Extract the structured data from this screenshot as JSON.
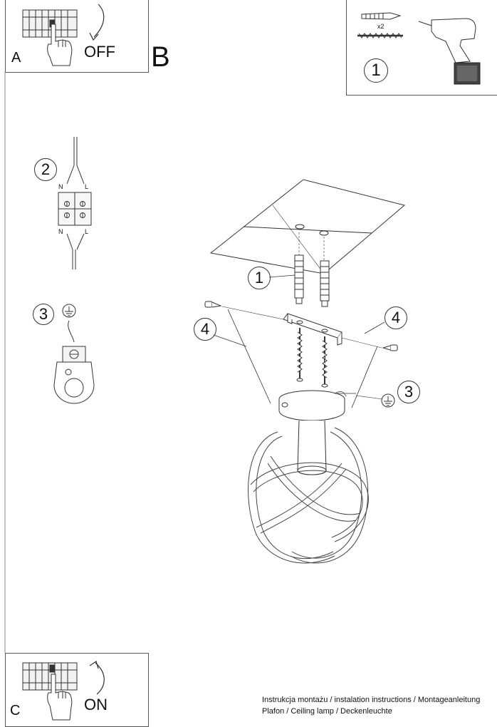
{
  "panels": {
    "a": {
      "letter": "A",
      "switch_label": "OFF"
    },
    "b": {
      "letter": "B"
    },
    "c": {
      "letter": "C",
      "switch_label": "ON"
    }
  },
  "tools": {
    "step": "1",
    "anchor_qty": "x2"
  },
  "wiring": {
    "step": "2",
    "terminal_top_n": "N",
    "terminal_top_l": "L",
    "terminal_bottom_n": "N",
    "terminal_bottom_l": "L"
  },
  "ground": {
    "step": "3"
  },
  "assembly": {
    "callout_anchor": "1",
    "callout_screw_left": "4",
    "callout_screw_right": "4",
    "callout_ground": "3"
  },
  "footer": {
    "line1": "Instrukcja montażu / instalation instructions / Montageanleitung",
    "line2": "Plafon / Ceiling lamp / Deckenleuchte"
  }
}
